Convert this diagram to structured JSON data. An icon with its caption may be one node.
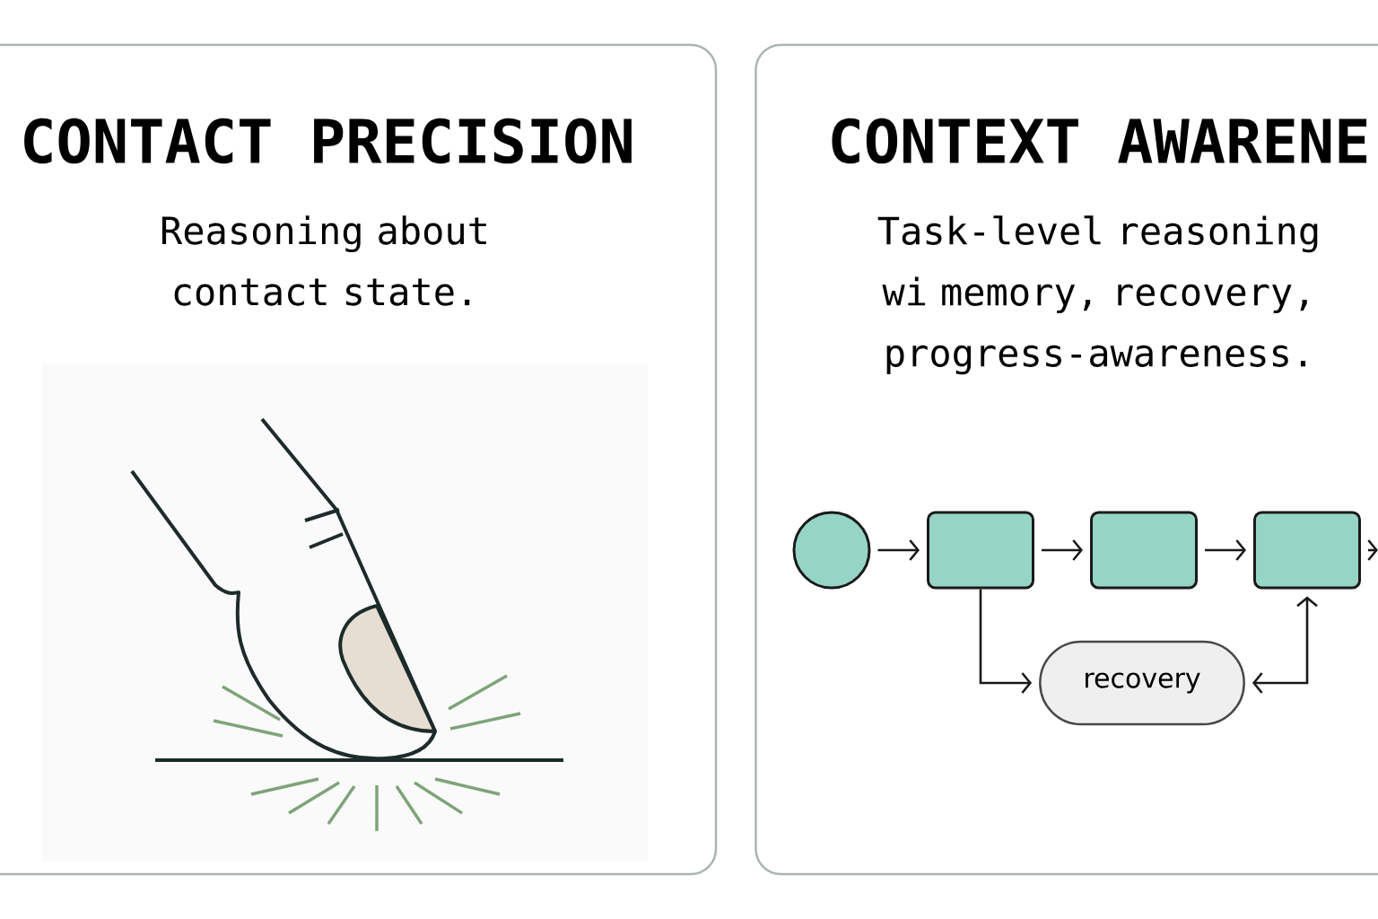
{
  "diagram": {
    "nodes": [
      {
        "text": [
          "CONTACT PRECISION",
          "Reasoning about contact state."
        ]
      },
      {
        "text": [
          "CONTEXT AWARENE",
          "Task-level reasoning wi memory, recovery, progress-awareness."
        ]
      },
      {
        "text": [],
        "shape": "circle",
        "in": 1
      },
      {
        "text": [],
        "shape": "box",
        "in": 1
      },
      {
        "text": [],
        "shape": "box",
        "in": 1
      },
      {
        "text": [],
        "shape": "box",
        "in": 1
      },
      {
        "text": [
          "recovery"
        ],
        "in": 1
      }
    ],
    "edges": [
      {
        "from": 2,
        "to": 3,
        "arrow": "to"
      },
      {
        "from": 3,
        "to": 4,
        "arrow": "to"
      },
      {
        "from": 4,
        "to": 5,
        "arrow": "to"
      },
      {
        "from": 5,
        "to": null,
        "arrow": "to"
      },
      {
        "from": 3,
        "to": 6,
        "arrow": "to"
      },
      {
        "from": 6,
        "to": 5,
        "arrow": "both"
      }
    ]
  }
}
